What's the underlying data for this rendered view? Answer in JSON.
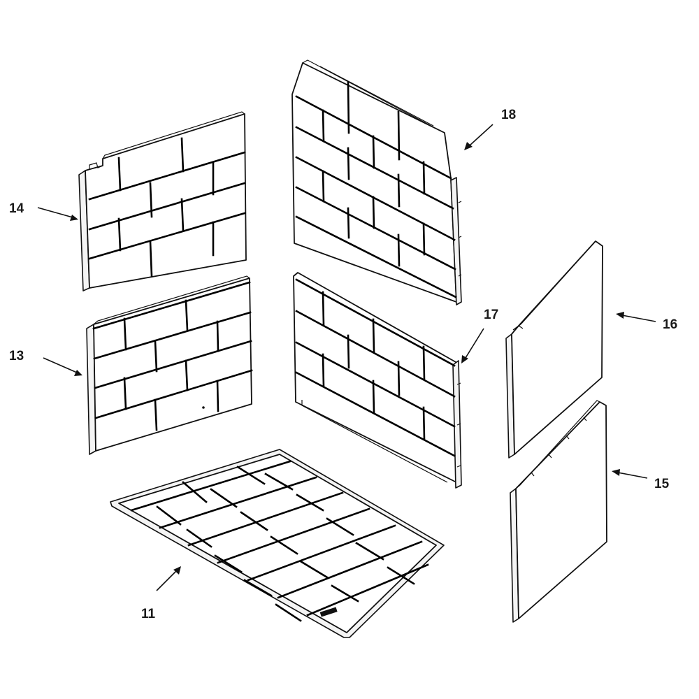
{
  "parts": [
    {
      "id": "part-14",
      "label": "14",
      "panel": "left-rear-upper-wall-panel"
    },
    {
      "id": "part-13",
      "label": "13",
      "panel": "left-rear-lower-wall-panel"
    },
    {
      "id": "part-18",
      "label": "18",
      "panel": "right-rear-upper-wall-panel"
    },
    {
      "id": "part-17",
      "label": "17",
      "panel": "right-rear-lower-wall-panel"
    },
    {
      "id": "part-16",
      "label": "16",
      "panel": "side-upper-wall-panel"
    },
    {
      "id": "part-15",
      "label": "15",
      "panel": "side-lower-wall-panel"
    },
    {
      "id": "part-11",
      "label": "11",
      "panel": "floor-panel"
    }
  ],
  "colors": {
    "line": "#111111",
    "mortar": "#000000",
    "background": "#ffffff"
  }
}
